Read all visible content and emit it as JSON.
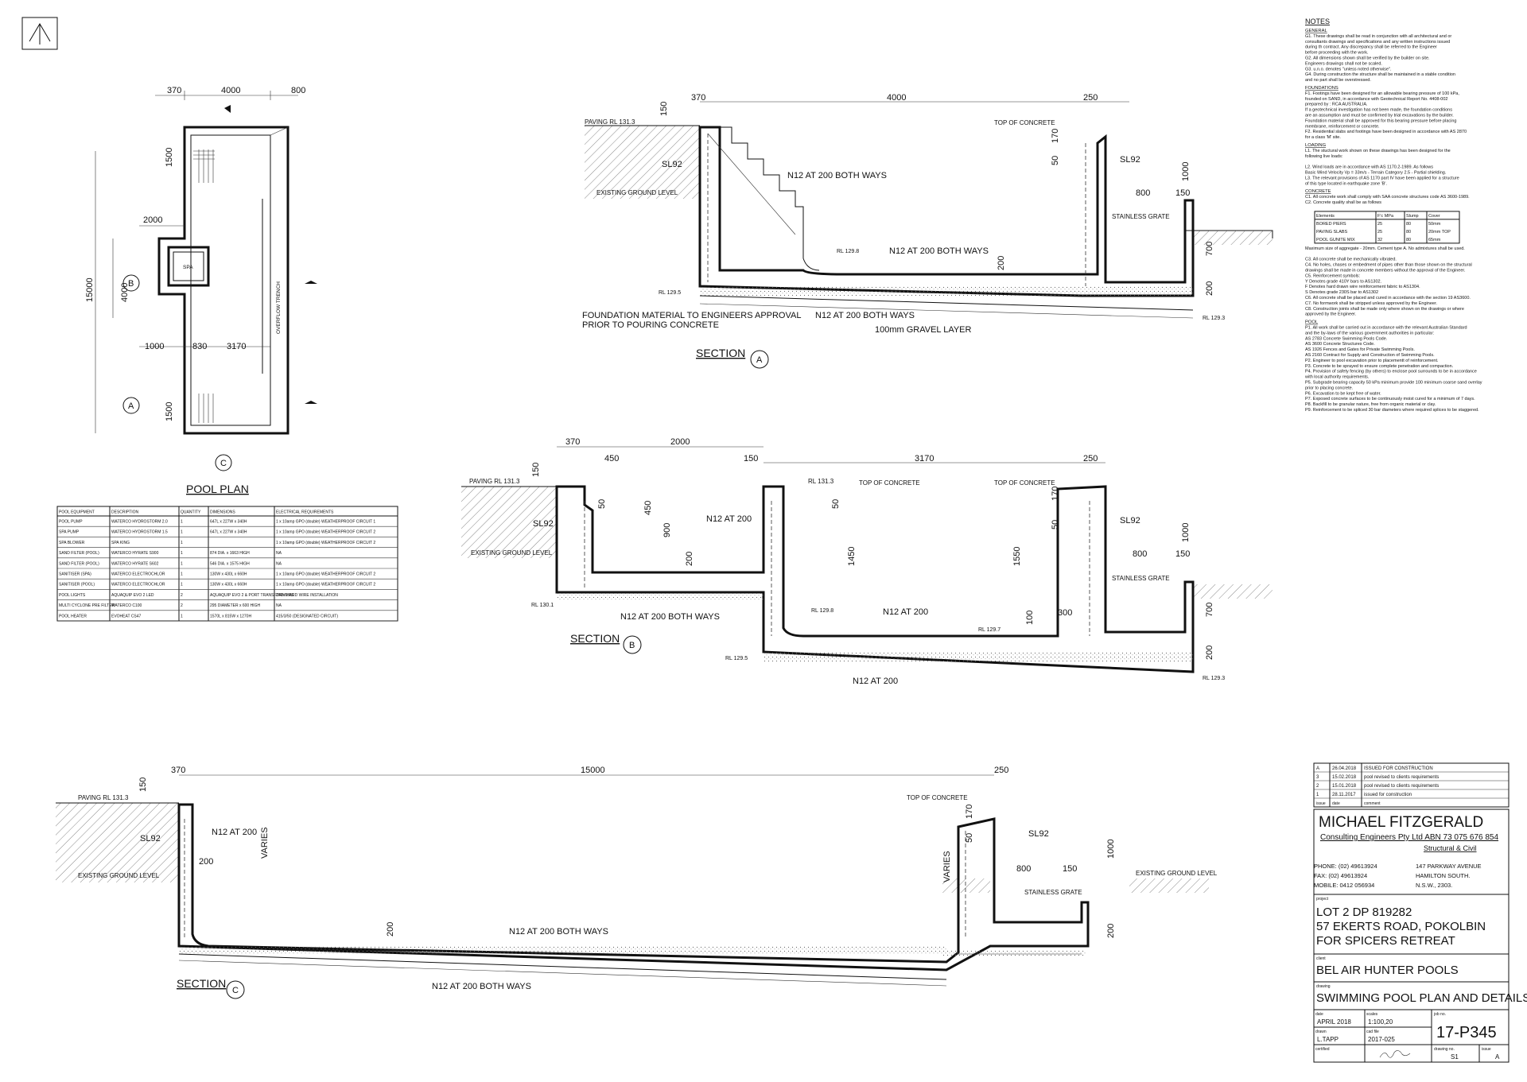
{
  "plan": {
    "title": "POOL PLAN",
    "dims": {
      "top_left": "370",
      "top_mid": "4000",
      "top_right": "800",
      "spa_width": "2000",
      "total_length": "15000",
      "spa_len": "4000",
      "step_top": "1500",
      "step_bot": "1500",
      "bot_a": "1000",
      "bot_b": "830",
      "bot_c": "3170"
    },
    "spa_label": "SPA",
    "trench_label": "OVERFLOW TRENCH",
    "marker_b": "B",
    "marker_a": "A",
    "marker_c": "C"
  },
  "equipment": {
    "headers": [
      "POOL EQUIPMENT",
      "DESCRIPTION",
      "QUANTITY",
      "DIMENSIONS",
      "ELECTRICAL REQUIREMENTS"
    ],
    "rows": [
      [
        "POOL PUMP",
        "WATERCO HYDROSTORM 2.0",
        "1",
        "647L x 227W x 340H",
        "1 x 10amp GPO (double) WEATHERPROOF CIRCUIT 1"
      ],
      [
        "SPA PUMP",
        "WATERCO HYDROSTORM 1.5",
        "1",
        "647L x 227W x 340H",
        "1 x 10amp GPO (double) WEATHERPROOF CIRCUIT 2"
      ],
      [
        "SPA BLOWER",
        "SPA KING",
        "1",
        "",
        "1 x 10amp GPO (double) WEATHERPROOF CIRCUIT 2"
      ],
      [
        "SAND FILTER (POOL)",
        "WATERCO HYRATE S900",
        "1",
        "874 DIA. x 1663 HIGH",
        "NA"
      ],
      [
        "SAND FILTER (POOL)",
        "WATERCO HYRATE S602",
        "1",
        "546 DIA. x 1575 HIGH",
        "NA"
      ],
      [
        "SANITISER (SPA)",
        "WATERCO ELECTROCHLOR",
        "1",
        "130W x 430L x 660H",
        "1 x 10amp GPO (double) WEATHERPROOF CIRCUIT 2"
      ],
      [
        "SANITISER (POOL)",
        "WATERCO ELECTROCHLOR",
        "1",
        "130W x 430L x 660H",
        "1 x 10amp GPO (double) WEATHERPROOF CIRCUIT 2"
      ],
      [
        "POOL LIGHTS",
        "AQUAQUIP EVO 2 LED",
        "2",
        "AQUAQUIP EVO 2 & PORT TRANSFORMERS",
        "240V HARD WIRE INSTALLATION"
      ],
      [
        "MULTI CYCLONE PRE FILTER",
        "WATERCO C100",
        "2",
        "295 DIAMETER x 600 HIGH",
        "NA"
      ],
      [
        "POOL HEATER",
        "EVOHEAT CS47",
        "1",
        "1570L x 815W x 1270H",
        "415/3/50 (DESIGNATED CIRCUIT)"
      ]
    ]
  },
  "section_a": {
    "title": "SECTION",
    "marker": "A",
    "dims": {
      "d370": "370",
      "d4000": "4000",
      "d250": "250",
      "d150": "150",
      "d170": "170",
      "d50": "50",
      "d1000": "1000",
      "d800": "800",
      "d150b": "150",
      "d200": "200",
      "d700": "700",
      "d200b": "200"
    },
    "labels": {
      "paving": "PAVING RL 131.3",
      "top_concrete": "TOP OF CONCRETE",
      "sl92_left": "SL92",
      "sl92_right": "SL92",
      "n12_steps": "N12 AT 200 BOTH WAYS",
      "n12_floor": "N12 AT 200 BOTH WAYS",
      "n12_bottom": "N12 AT 200 BOTH WAYS",
      "existing": "EXISTING GROUND LEVEL",
      "rl1298": "RL 129.8",
      "rl1295": "RL 129.5",
      "rl1293": "RL 129.3",
      "grate": "STAINLESS GRATE",
      "foundation1": "FOUNDATION MATERIAL TO ENGINEERS APPROVAL",
      "foundation2": "PRIOR TO POURING CONCRETE",
      "gravel": "100mm GRAVEL LAYER"
    }
  },
  "section_b": {
    "title": "SECTION",
    "marker": "B",
    "dims": {
      "d370": "370",
      "d2000": "2000",
      "d450": "450",
      "d150": "150",
      "d3170": "3170",
      "d250": "250",
      "d150v": "150",
      "d50a": "50",
      "d450v": "450",
      "d900": "900",
      "d200": "200",
      "d50b": "50",
      "d1450": "1450",
      "d1550": "1550",
      "d100": "100",
      "d300": "300",
      "d170": "170",
      "d50c": "50",
      "d1000": "1000",
      "d800": "800",
      "d150b": "150",
      "d700": "700",
      "d200b": "200"
    },
    "labels": {
      "paving": "PAVING RL 131.3",
      "rl1313": "RL 131.3",
      "top_concrete1": "TOP OF CONCRETE",
      "top_concrete2": "TOP OF CONCRETE",
      "sl92_left": "SL92",
      "sl92_right": "SL92",
      "n12_a": "N12 AT 200",
      "n12_b": "N12 AT 200",
      "n12_c": "N12 AT 200",
      "n12_both": "N12 AT 200 BOTH WAYS",
      "existing": "EXISTING GROUND LEVEL",
      "rl1301": "RL 130.1",
      "rl1298": "RL 129.8",
      "rl1297": "RL 129.7",
      "rl1295": "RL 129.5",
      "rl1293": "RL 129.3",
      "grate": "STAINLESS GRATE"
    }
  },
  "section_c": {
    "title": "SECTION",
    "marker": "C",
    "dims": {
      "d370": "370",
      "d15000": "15000",
      "d250": "250",
      "d150": "150",
      "d200": "200",
      "d170": "170",
      "d50": "50",
      "d1000": "1000",
      "d800": "800",
      "d150b": "150",
      "d200b": "200"
    },
    "labels": {
      "paving": "PAVING RL 131.3",
      "top_concrete": "TOP OF CONCRETE",
      "sl92_left": "SL92",
      "sl92_right": "SL92",
      "n12_wall": "N12 AT 200",
      "n12_mid": "N12 AT 200 BOTH WAYS",
      "n12_bottom": "N12 AT 200 BOTH WAYS",
      "existing_left": "EXISTING GROUND LEVEL",
      "existing_right": "EXISTING GROUND LEVEL",
      "varies_left": "VARIES",
      "varies_right": "VARIES",
      "grate": "STAINLESS GRATE"
    }
  },
  "notes": {
    "title": "NOTES",
    "groups": [
      {
        "heading": "GENERAL",
        "lines": [
          "G1.  These drawings shall be read in conjunction with all architectural and or",
          "      consultants drawings and specifications and any written instructions issued",
          "      during th contract. Any discrepancy shall be referred to the Engineer",
          "      before proceeding with the work.",
          "G2.  All dimensions shown shall be verified by the builder on site.",
          "      Engineers drawings shall not be scaled.",
          "G3.  u.n.o. denotes \"unless noted otherwise\".",
          "G4.  During construction the structure shall be maintained in a stable condition",
          "      and no part shall be overstressed."
        ]
      },
      {
        "heading": "FOUNDATIONS",
        "lines": [
          "F1.  Footings have been designed for an allowable bearing pressure of 100 kPa,",
          "      founded on SAND, in accordance with Geotechnical Report No. 4408-002",
          "      prepared by : RCA AUSTRALIA.",
          "      If a geotechnical investigation has not been made, the foundation conditions",
          "      are an assumption and must be confirmed by trial excavations by the builder.",
          "      Foundation material shall be approved for this bearing pressure before placing",
          "      membrane, reinforcement or concrete.",
          "F2.  Residential slabs and footings have been designed in accordance with AS 2870",
          "      for a class 'M' site."
        ]
      },
      {
        "heading": "LOADING",
        "lines": [
          "L1.  The stuctural work shown on these drawings has been designed for the",
          "      following live loads:",
          "",
          "L2.  Wind loads are in accordance with AS 1170.2-1989. As follows",
          "      Basic Wind Velocity Vp = 33m/s - Terrain Category 2.5 - Partial shielding.",
          "L3.  The relevant provisions of AS 1170 part IV have been applied for a structure",
          "      of this type located in earthquake zone 'B'."
        ]
      },
      {
        "heading": "CONCRETE",
        "lines": [
          "C1.  All concrete work shall comply with SAA concrete structures code AS 3600-1989.",
          "C2.  Concrete quality shall be as follows"
        ]
      }
    ],
    "concrete_table": {
      "headers": [
        "Elements",
        "F'c MPa",
        "Slump",
        "Cover"
      ],
      "rows": [
        [
          "BORED PIERS",
          "25",
          "80",
          "50mm"
        ],
        [
          "PAVING SLABS",
          "25",
          "80",
          "20mm TOP"
        ],
        [
          "POOL GUNITE MIX",
          "32",
          "80",
          "65mm"
        ]
      ]
    },
    "after_table": [
      "Maximum size of aggregate - 20mm. Cement type A. No admixtures shall be used.",
      "",
      "C3.  All concrete shall be mechanically vibrated.",
      "C4.  No holes, chases or embedment of pipes other than those shown on the structural",
      "      drawings shall be made in concrete members without the approval of the Engineer.",
      "C5.  Reinforcement symbols:",
      "      Y Denotes grade 410Y bars to AS1302.",
      "      F Denotes hard drawn wire reinforcement fabric to AS1304.",
      "      S Denotes grade 230S bar to AS1302",
      "C6.  All concrete shall be placed and cured in accordance with the section 19 AS3600.",
      "C7.  No formwork shall be stripped unless approved by the Engineer.",
      "C8.  Construction joints shall be made only where shown on the drawings or where",
      "      approved by the Engineer."
    ],
    "pool_heading": "POOL",
    "pool_lines": [
      "P1.  All work shall be carried out in accordance with the relevant Australian Standard",
      "      and the by-laws of the various government authorities in particular:",
      "      AS 2783 Concrete Swimming Pools Code.",
      "      AS 3600 Concrete Structures Code.",
      "      AS 1926 Fences and Gates for Private Swimming Pools.",
      "      AS 2160 Contract for Supply and Construction of Swimming Pools.",
      "P2.  Engineer to pool excavation prior to placementt of reinforcement.",
      "P3.  Concrete to be sprayed to ensure complete penetration and compaction.",
      "P4.  Provision of safety fencing (by others) to enclose pool surrounds to be in accordance",
      "      with local authority requirements.",
      "P5.  Subgrade bearing capacity 50 kPa minimum provide 100 minimum coarse sand overlay",
      "      prior to placing concrete.",
      "P6.  Excavation to be kept free of water.",
      "P7.  Exposed concrete surfaces to be continuously moist cured for a minimum of 7 days.",
      "P8.  Backfill to be granular nature, free from organic material or clay.",
      "P9.  Reinforcement to be spliced 30 bar diameters where required splices to be staggered."
    ]
  },
  "revisions": {
    "rows": [
      [
        "A",
        "26.04.2018",
        "ISSUED FOR CONSTRUCTION"
      ],
      [
        "3",
        "15.02.2018",
        "pool revised to clients requirements"
      ],
      [
        "2",
        "15.01.2018",
        "pool revised to clients requirements"
      ],
      [
        "1",
        "28.11.2017",
        "issued for construction"
      ]
    ],
    "headers": [
      "issue",
      "date",
      "comment"
    ]
  },
  "titleblock": {
    "company": "MICHAEL FITZGERALD",
    "subtitle": "Consulting Engineers Pty Ltd ABN 73 075 676 854",
    "discipline": "Structural & Civil",
    "phone": "PHONE: (02) 49613924",
    "fax": "FAX: (02) 49613924",
    "mobile": "MOBILE: 0412 056934",
    "addr1": "147 PARKWAY AVENUE",
    "addr2": "HAMILTON SOUTH.",
    "addr3": "N.S.W., 2303.",
    "project_label": "project",
    "project1": "LOT 2 DP 819282",
    "project2": "57 EKERTS ROAD, POKOLBIN",
    "project3": "FOR SPICERS RETREAT",
    "client_label": "client",
    "client": "BEL AIR HUNTER POOLS",
    "drawing_label": "drawing",
    "drawing": "SWIMMING POOL PLAN AND DETAILS",
    "date_label": "date",
    "date": "APRIL 2018",
    "scales_label": "scales",
    "scales": "1:100,20",
    "drawn_label": "drawn",
    "drawn": "L.TAPP",
    "cad_label": "cad file",
    "cad": "2017-025",
    "certified_label": "certified",
    "jobno_label": "job no.",
    "jobno": "17-P345",
    "drawingno_label": "drawing no.",
    "drawingno": "S1",
    "issue_label": "issue",
    "issue": "A"
  }
}
